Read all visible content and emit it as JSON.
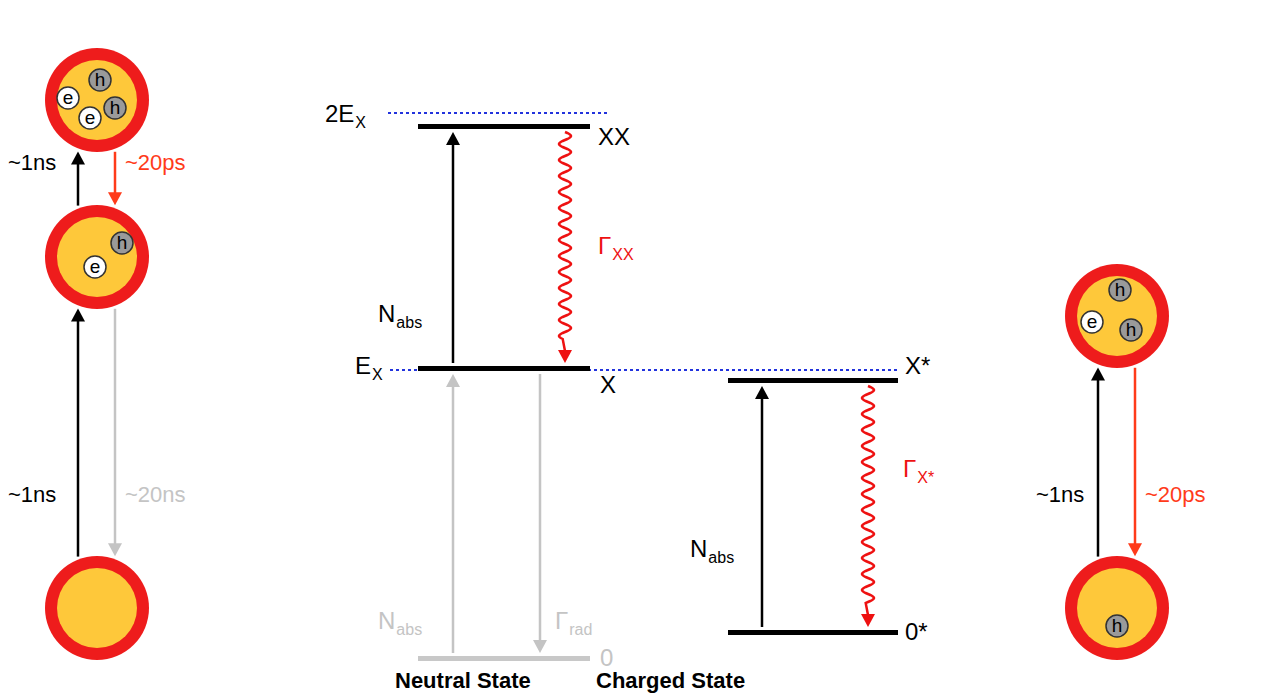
{
  "diagram": {
    "nodes": [
      {
        "text": []
      },
      {
        "text": [
          "h"
        ],
        "in": 0
      },
      {
        "text": [
          "e"
        ],
        "in": 0
      },
      {
        "text": [
          "h"
        ],
        "in": 0
      },
      {
        "text": [
          "e"
        ],
        "in": 0
      },
      {
        "text": []
      },
      {
        "text": [
          "h"
        ],
        "in": 5
      },
      {
        "text": [
          "e"
        ],
        "in": 5
      },
      {
        "text": []
      },
      {
        "text": [
          "XX"
        ]
      },
      {
        "text": [
          "X"
        ]
      },
      {
        "text": [
          "X*"
        ]
      },
      {
        "text": [
          "0"
        ]
      },
      {
        "text": [
          "0*"
        ]
      },
      {
        "text": []
      },
      {
        "text": [
          "h"
        ],
        "in": 14
      },
      {
        "text": [
          "e"
        ],
        "in": 14
      },
      {
        "text": [
          "h"
        ],
        "in": 14
      },
      {
        "text": []
      },
      {
        "text": [
          "h"
        ],
        "in": 18
      }
    ],
    "edges": [
      {
        "from": 5,
        "to": 0,
        "arrow": "to",
        "label": "~1ns"
      },
      {
        "from": 0,
        "to": 5,
        "arrow": "to",
        "label": "~20ps"
      },
      {
        "from": 8,
        "to": 5,
        "arrow": "to",
        "label": "~1ns"
      },
      {
        "from": 5,
        "to": 8,
        "arrow": "to",
        "label": "~20ns"
      },
      {
        "from": 12,
        "to": 10,
        "arrow": "to"
      },
      {
        "from": 10,
        "to": 12,
        "arrow": "to"
      },
      {
        "from": 10,
        "to": 9,
        "arrow": "to"
      },
      {
        "from": 9,
        "to": 10,
        "arrow": "to"
      },
      {
        "from": 13,
        "to": 11,
        "arrow": "to"
      },
      {
        "from": 11,
        "to": 13,
        "arrow": "to"
      },
      {
        "from": 18,
        "to": 14,
        "arrow": "to",
        "label": "~1ns"
      },
      {
        "from": 14,
        "to": 18,
        "arrow": "to",
        "label": "~20ps"
      }
    ],
    "labels": [
      "2E",
      "X",
      "E",
      "X",
      "N",
      "abs",
      "Γ",
      "XX",
      "N",
      "abs",
      "Γ",
      "rad",
      "N",
      "abs",
      "Γ",
      "X*",
      "Neutral State",
      "Charged State"
    ]
  }
}
